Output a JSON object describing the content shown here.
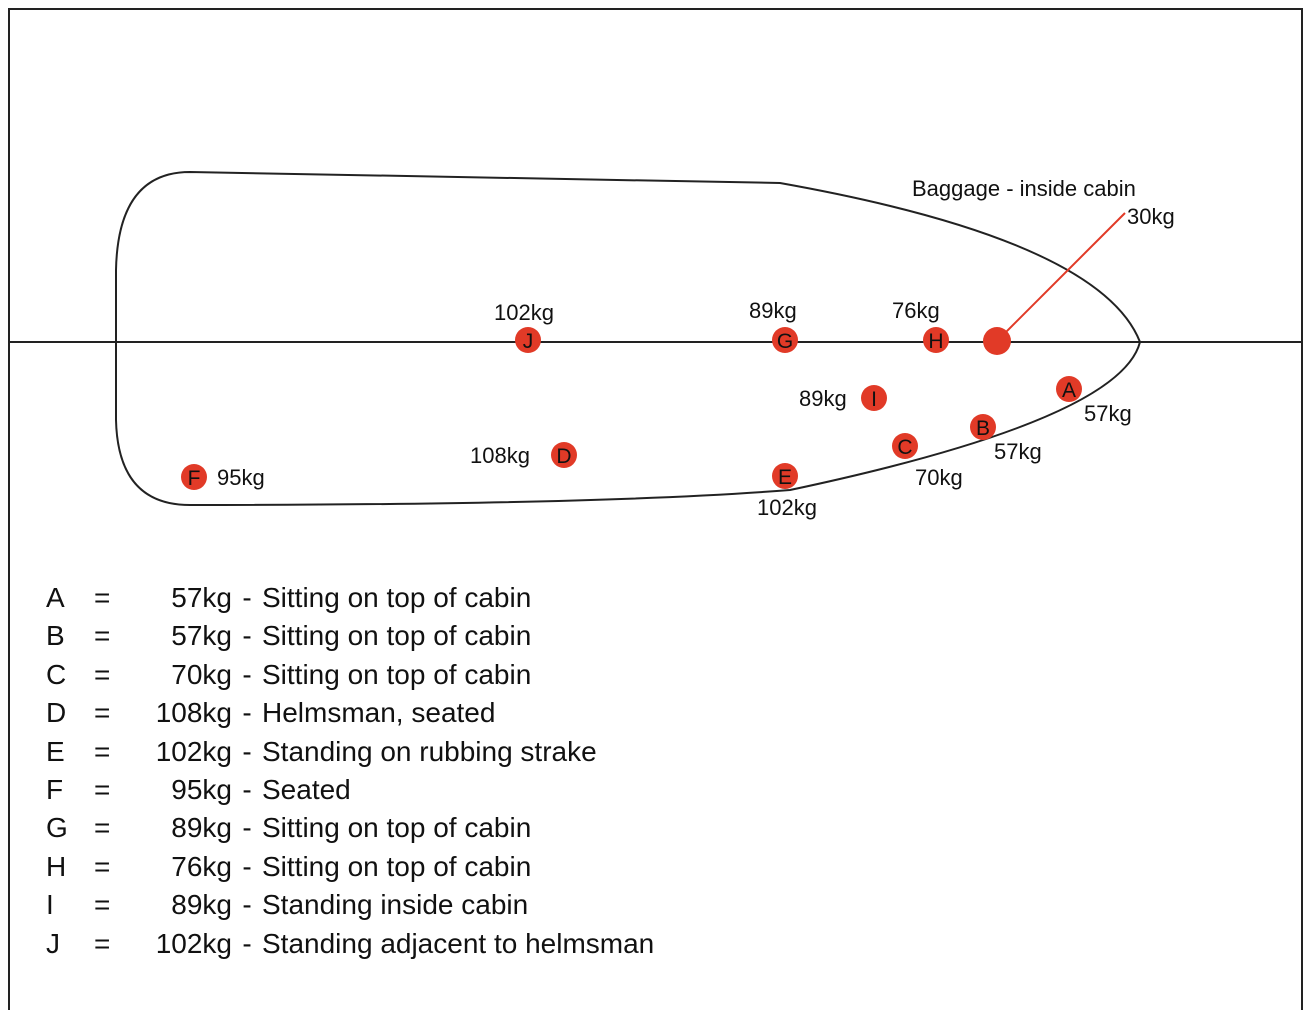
{
  "colors": {
    "marker": "#e13a27",
    "line": "#222222",
    "text": "#111111",
    "background": "#ffffff"
  },
  "baggage": {
    "title": "Baggage - inside cabin",
    "weight": "30kg"
  },
  "markers": [
    {
      "key": "A",
      "weight": "57kg"
    },
    {
      "key": "B",
      "weight": "57kg"
    },
    {
      "key": "C",
      "weight": "70kg"
    },
    {
      "key": "D",
      "weight": "108kg"
    },
    {
      "key": "E",
      "weight": "102kg"
    },
    {
      "key": "F",
      "weight": "95kg"
    },
    {
      "key": "G",
      "weight": "89kg"
    },
    {
      "key": "H",
      "weight": "76kg"
    },
    {
      "key": "I",
      "weight": "89kg"
    },
    {
      "key": "J",
      "weight": "102kg"
    }
  ],
  "legend": [
    {
      "key": "A",
      "eq": "=",
      "weight": "57kg",
      "sep": "-",
      "desc": "Sitting on top of cabin"
    },
    {
      "key": "B",
      "eq": "=",
      "weight": "57kg",
      "sep": "-",
      "desc": "Sitting on top of cabin"
    },
    {
      "key": "C",
      "eq": "=",
      "weight": "70kg",
      "sep": "-",
      "desc": "Sitting on top of cabin"
    },
    {
      "key": "D",
      "eq": "=",
      "weight": "108kg",
      "sep": "-",
      "desc": "Helmsman, seated"
    },
    {
      "key": "E",
      "eq": "=",
      "weight": "102kg",
      "sep": "-",
      "desc": "Standing on rubbing strake"
    },
    {
      "key": "F",
      "eq": "=",
      "weight": "95kg",
      "sep": "-",
      "desc": "Seated"
    },
    {
      "key": "G",
      "eq": "=",
      "weight": "89kg",
      "sep": "-",
      "desc": "Sitting on top of cabin"
    },
    {
      "key": "H",
      "eq": "=",
      "weight": "76kg",
      "sep": "-",
      "desc": "Sitting on top of cabin"
    },
    {
      "key": "I",
      "eq": "=",
      "weight": "89kg",
      "sep": "-",
      "desc": "Standing inside cabin"
    },
    {
      "key": "J",
      "eq": "=",
      "weight": "102kg",
      "sep": "-",
      "desc": "Standing adjacent to helmsman"
    }
  ]
}
